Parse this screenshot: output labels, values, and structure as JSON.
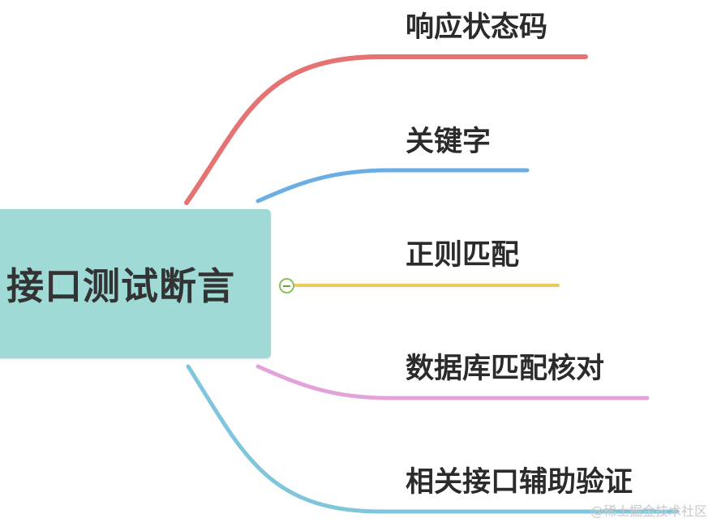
{
  "mindmap": {
    "central": {
      "label": "接口测试断言",
      "color": "#9fdad6"
    },
    "branches": [
      {
        "label": "响应状态码",
        "color": "#e57373"
      },
      {
        "label": "关键字",
        "color": "#6aaee3"
      },
      {
        "label": "正则匹配",
        "color": "#f2c75c"
      },
      {
        "label": "数据库匹配核对",
        "color": "#e3a3d8"
      },
      {
        "label": "相关接口辅助验证",
        "color": "#7fc6dc"
      }
    ],
    "collapse_icon": "minus-circle-icon"
  },
  "watermark": "@稀土掘金技术社区"
}
